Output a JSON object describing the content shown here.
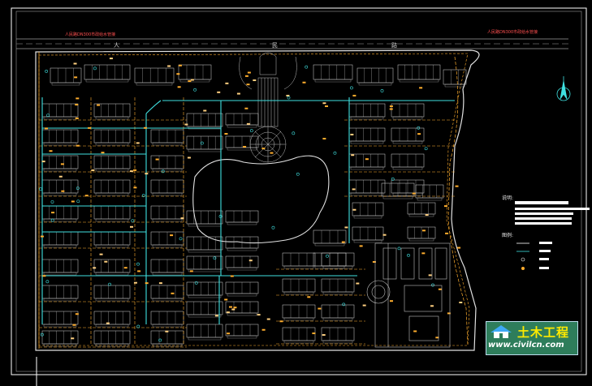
{
  "drawing": {
    "type": "CAD site plan - residential community pipe network",
    "background": "#000000",
    "colors": {
      "frame": "#ffffff",
      "building": "#d8d8d8",
      "water_main": "#3fe0e0",
      "drain_pipe": "#ffae2e",
      "annotation": "#ff4040",
      "node": "#ffd080",
      "landscape": "#bfbfbf"
    },
    "road_labels": {
      "top_left": "人",
      "top_mid": "民",
      "top_right": "路"
    },
    "inlet_notes": {
      "left": "人民路DN300市政给水管接",
      "right": "人民路DN300市政给水管接"
    },
    "legend_titles": {
      "section1": "说明:",
      "section2": "图例:"
    },
    "north_arrow_icon": "north-arrow-icon"
  },
  "watermark": {
    "name_cn": "土木工程",
    "url": "www.civilcn.com",
    "icon": "house-logo-icon"
  }
}
